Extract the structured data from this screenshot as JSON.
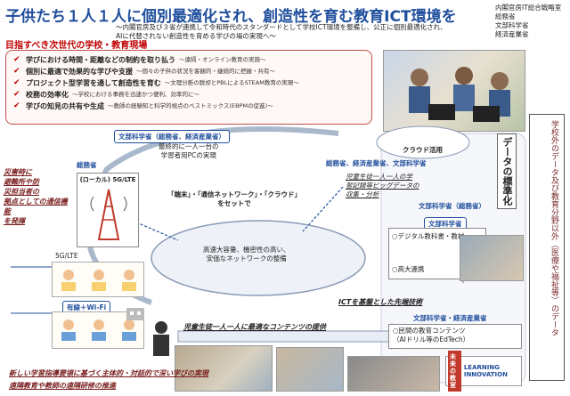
{
  "title": "子供たち１人１人に個別最適化され、創造性を育む教育ICT環境を",
  "subtitle": "～内閣官房及び３省が連携して令和時代のスタンダードとして学校ICT環境を整備し、公正に個別最適化され、\nAIに代替されない創造性を育める学びの場の実現へ～",
  "ministries": [
    "内閣官房IT総合戦略室",
    "総務省",
    "文部科学省",
    "経済産業省"
  ],
  "goals_header": "目指すべき次世代の学校・教育現場",
  "goals": [
    {
      "main": "学びにおける時間・距離などの制約を取り払う",
      "sub": "～遠隔・オンライン教育の実施～"
    },
    {
      "main": "個別に最適で効果的な学びや支援",
      "sub": "～個々の子供の状況を客観的・継続的に把握・共有～"
    },
    {
      "main": "プロジェクト型学習を通して創造性を育む",
      "sub": "～文理分断の脱却とPBLによるSTEAM教育の実現～"
    },
    {
      "main": "校務の効率化",
      "sub": "～学校における事務を迅速かつ便利、効率的に～"
    },
    {
      "main": "学びの知見の共有や生成",
      "sub": "～教師の経験知と科学的視点のベストミックス(EBPMの促進)～"
    }
  ],
  "mext_meti_top": "文部科学省（総務省、経済産業省）",
  "pc_text": "最終的に一人一台の\n学習者用PCの実現",
  "cloud": "クラウド活用",
  "cloud_ministries": "総務省、経済産業省、文部科学省",
  "data_std": "データの標準化",
  "bigdata": "児童生徒一人一人の学\n習記録等ビッグデータの\n収集・分析",
  "mic": "総務省",
  "disaster": "災害時に\n避難所や防\n災担当者の\n拠点としての通信機能\nを発揮",
  "local5g": "(ローカル) 5G/LTE",
  "set_text": "「端末」・「通信ネットワーク」・「クラウド」\nをセットで",
  "network_text": "高速大容量、機密性の高い、\n安価なネットワークの整備",
  "label_5g": "5G/LTE",
  "label_wifi": "有線＋Wi-Fi",
  "mext_mic": "文部科学省（総務省）",
  "mext_single": "文部科学省",
  "digital_textbooks": "○デジタル教科書・教材",
  "high_univ": "○高大連携",
  "ict_base": "ICTを基盤とした先端技術",
  "contents": "児童生徒一人一人に最適なコンテンツの提供",
  "mext_meti_bottom": "文部科学省・経済産業省",
  "private_contents": "○民間の教育コンテンツ\n（AIドリル等のEdTech）",
  "new_guidelines": "新しい学習指導要領に基づく主体的・対話的で深い学びの実現",
  "remote_training": "遠隔教育や教師の遠隔研修の推進",
  "vbox_text": "学校外のデータ及び教育分野以外（医療や福祉等）のデータ",
  "logo_text": "未来の教室",
  "logo_sub": "LEARNING INNOVATION"
}
